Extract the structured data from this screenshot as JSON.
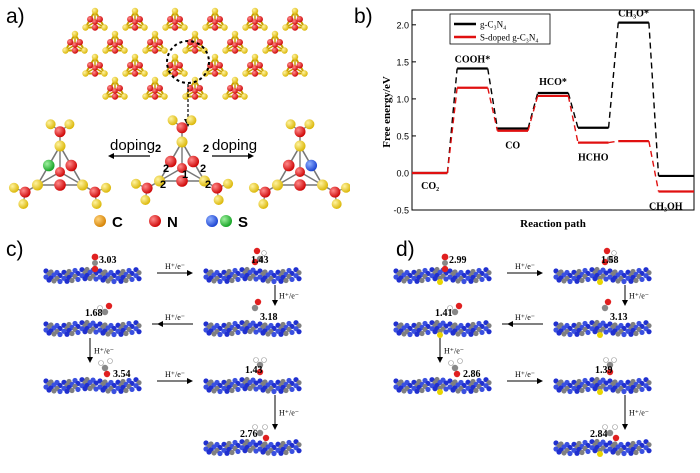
{
  "panels": {
    "a": {
      "label": "a)",
      "doping_left": "doping",
      "doping_right": "doping",
      "site_numbers": [
        "2",
        "2",
        "2",
        "2",
        "1",
        "2",
        "2"
      ],
      "legend": [
        {
          "label": "C",
          "colors": [
            "#e8a020"
          ]
        },
        {
          "label": "N",
          "colors": [
            "#e01010"
          ]
        },
        {
          "label": "S",
          "colors": [
            "#2050e0",
            "#20b030"
          ]
        }
      ]
    },
    "b": {
      "label": "b)"
    },
    "c": {
      "label": "c)",
      "step_label": "H⁺/e⁻",
      "distances": [
        "3.03",
        "1.43",
        "3.18",
        "1.68",
        "3.54",
        "1.43",
        "2.76"
      ]
    },
    "d": {
      "label": "d)",
      "step_label": "H⁺/e⁻",
      "distances": [
        "2.99",
        "1.58",
        "3.13",
        "1.41",
        "2.86",
        "1.39",
        "2.84"
      ]
    }
  },
  "chart_data": {
    "type": "line",
    "xlabel": "Reaction path",
    "ylabel": "Free energy/eV",
    "ylim": [
      -0.5,
      2.2
    ],
    "yticks": [
      "-0.5",
      "0.0",
      "0.5",
      "1.0",
      "1.5",
      "2.0"
    ],
    "grid": false,
    "legend_position": "top-left",
    "steps": [
      "CO2",
      "COOH*",
      "CO",
      "HCO*",
      "HCHO",
      "CH3O*",
      "CH3OH"
    ],
    "step_labels": [
      "CO₂",
      "COOH*",
      "CO",
      "HCO*",
      "HCHO",
      "CH₃O*",
      "CH₃OH"
    ],
    "series": [
      {
        "name": "g-C₃N₄",
        "color": "#000000",
        "values": [
          0.0,
          1.41,
          0.6,
          1.08,
          0.61,
          2.03,
          -0.04
        ]
      },
      {
        "name": "S-doped g-C₃N₄",
        "color": "#e01010",
        "values": [
          0.0,
          1.15,
          0.57,
          1.04,
          0.41,
          0.43,
          -0.25
        ]
      }
    ]
  }
}
